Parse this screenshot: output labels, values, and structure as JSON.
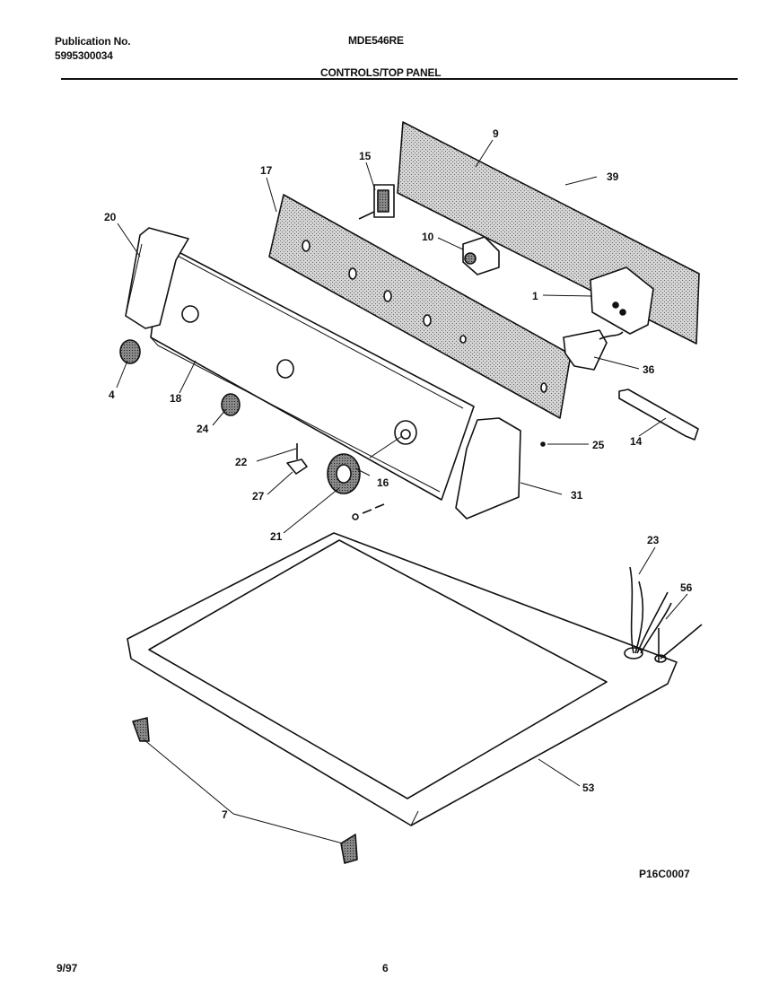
{
  "header": {
    "publication_label": "Publication No.",
    "publication_number": "5995300034",
    "model": "MDE546RE",
    "section_title": "CONTROLS/TOP PANEL"
  },
  "part_labels": [
    "9",
    "39",
    "15",
    "17",
    "20",
    "10",
    "1",
    "36",
    "4",
    "18",
    "24",
    "22",
    "27",
    "16",
    "25",
    "14",
    "31",
    "21",
    "23",
    "56",
    "53",
    "7"
  ],
  "drawing_code": "P16C0007",
  "footer": {
    "date": "9/97",
    "page": "6"
  }
}
